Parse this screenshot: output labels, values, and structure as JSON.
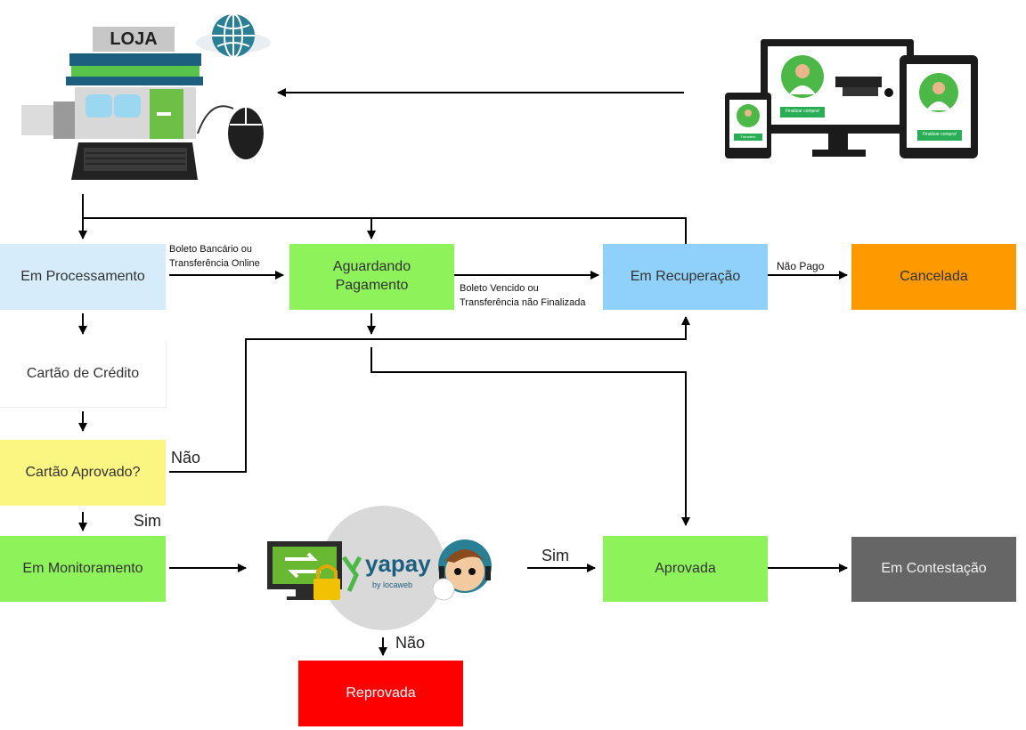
{
  "store": {
    "sign": "LOJA"
  },
  "device_buttons": {
    "phone": "Transferir",
    "monitor": "Finalizar compra!",
    "tablet": "Finalizar compra!"
  },
  "nodes": {
    "processing": "Em Processamento",
    "awaiting": "Aguardando Pagamento",
    "recovery": "Em Recuperação",
    "canceled": "Cancelada",
    "credit_card": "Cartão de Crédito",
    "card_approved": "Cartão Aprovado?",
    "monitoring": "Em Monitoramento",
    "approved": "Aprovada",
    "disputed": "Em Contestação",
    "rejected": "Reprovada"
  },
  "edge_labels": {
    "boleto_online": [
      "Boleto Bancário ou",
      "Transferência Online"
    ],
    "boleto_expired": [
      "Boleto Vencido ou",
      "Transferência não Finalizada"
    ],
    "not_paid": "Não Pago",
    "no_card": "Não",
    "yes_card": "Sim",
    "yes_approved": "Sim",
    "no_rejected": "Não"
  },
  "yapay": {
    "brand": "yapay",
    "sub": "by locaweb"
  },
  "colors": {
    "processing": "#d6ecfa",
    "awaiting": "#8ef25a",
    "recovery": "#8fd1fa",
    "canceled": "#ff9900",
    "credit_card": "#ffffff",
    "card_approved": "#fbf582",
    "monitoring": "#8ef25a",
    "approved": "#8ef25a",
    "disputed": "#666666",
    "rejected": "#ff0000"
  }
}
